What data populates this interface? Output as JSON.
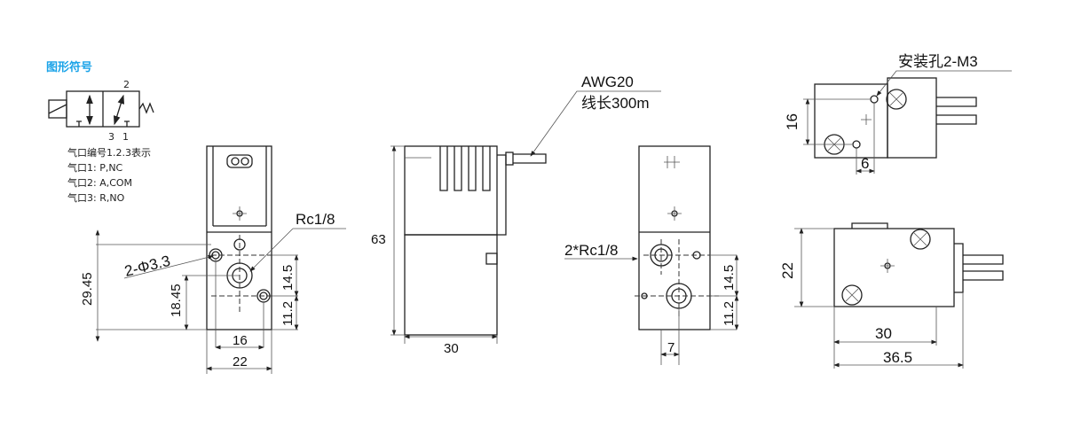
{
  "symbol": {
    "title": "图形符号",
    "title_color": "#1aa3e8",
    "port_top": "2",
    "port_bottom_left": "3",
    "port_bottom_right": "1",
    "legend": [
      "气口编号1.2.3表示",
      "气口1: P,NC",
      "气口2: A,COM",
      "气口3: R,NO"
    ]
  },
  "front_view": {
    "hole_label": "2-Φ3.3",
    "port_label": "Rc1/8",
    "dims": {
      "height_total": "29.45",
      "height_port": "18.45",
      "port_spacing": "14.5",
      "port_bottom": "11.2",
      "hole_spacing": "16",
      "width": "22"
    }
  },
  "side_view": {
    "wire_gauge": "AWG20",
    "wire_length": "线长300m",
    "dims": {
      "height": "63",
      "width": "30"
    }
  },
  "rear_view": {
    "port_label": "2*Rc1/8",
    "dims": {
      "port_spacing": "14.5",
      "port_bottom": "11.2",
      "offset": "7"
    }
  },
  "top_view": {
    "mount_label": "安装孔2-M3",
    "dims": {
      "height": "16",
      "offset": "6"
    }
  },
  "bottom_view": {
    "dims": {
      "height": "22",
      "width_body": "30",
      "width_total": "36.5"
    }
  }
}
